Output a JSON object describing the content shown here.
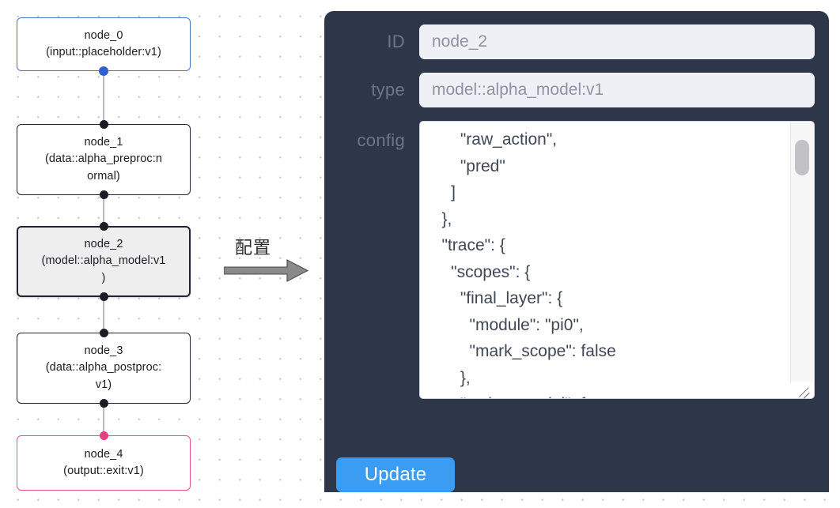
{
  "graph": {
    "nodes": [
      {
        "name": "node_0",
        "subtitle": "(input::placeholder:v1)",
        "kind": "input",
        "selected": false
      },
      {
        "name": "node_1",
        "subtitle": "(data::alpha_preproc:n\normal)",
        "kind": "default",
        "selected": false
      },
      {
        "name": "node_2",
        "subtitle": "(model::alpha_model:v1\n)",
        "kind": "default",
        "selected": true
      },
      {
        "name": "node_3",
        "subtitle": "(data::alpha_postproc:\nv1)",
        "kind": "default",
        "selected": false
      },
      {
        "name": "node_4",
        "subtitle": "(output::exit:v1)",
        "kind": "output",
        "selected": false
      }
    ],
    "colors": {
      "input_border": "#4a72c4",
      "output_border": "#e4538f",
      "default_border": "#1f2333",
      "selected_fill": "#eeeeef",
      "edge": "#b9b9c0",
      "handle": "#1c1c24",
      "handle_input": "#2f5fd0",
      "handle_output": "#ec3c84"
    }
  },
  "annotation": {
    "label": "配置",
    "arrow": "arrow-right-icon"
  },
  "panel": {
    "background": "#2e3749",
    "fields": [
      {
        "label": "ID",
        "value": "node_2",
        "placeholder": "node_2"
      },
      {
        "label": "type",
        "value": "model::alpha_model:v1",
        "placeholder": "model::alpha_model:v1"
      }
    ],
    "config": {
      "label": "config",
      "value": "       \"raw_action\",\n       \"pred\"\n     ]\n   },\n   \"trace\": {\n     \"scopes\": {\n       \"final_layer\": {\n         \"module\": \"pi0\",\n         \"mark_scope\": false\n       },\n       \"action_model\": {",
      "scrollbar": "vertical-scrollbar",
      "resize_handle": "resize-grip-icon"
    },
    "update_button": {
      "label": "Update",
      "color": "#3b9cf4"
    }
  }
}
